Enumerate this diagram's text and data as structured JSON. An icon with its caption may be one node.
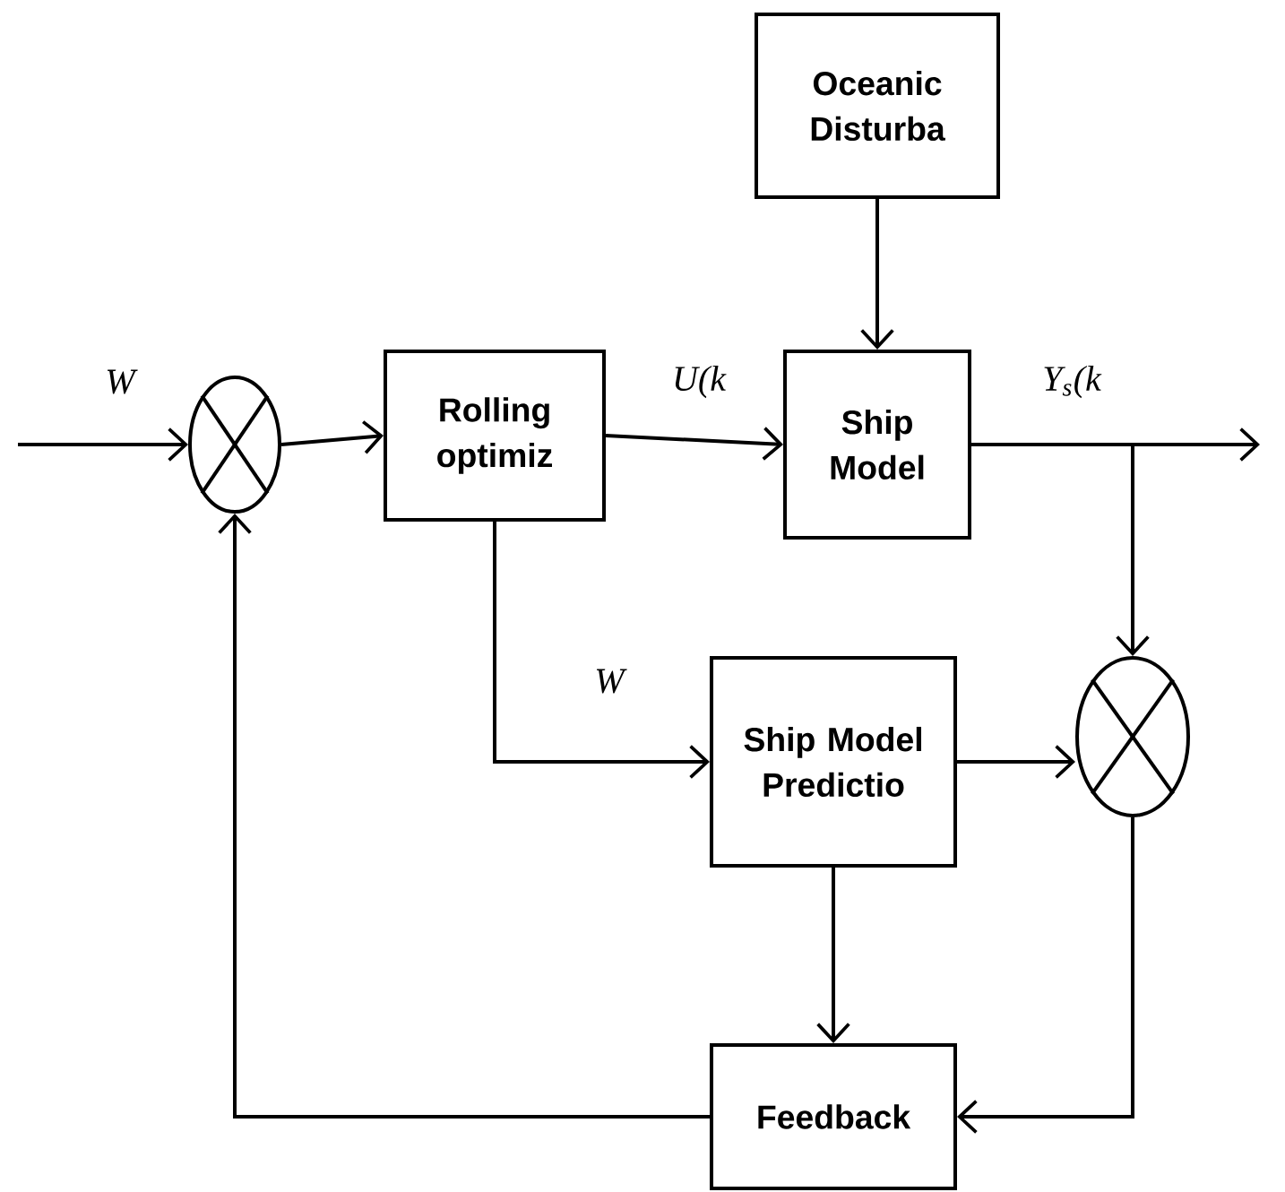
{
  "diagram": {
    "nodes": [
      {
        "text": [
          "Oceanic Disturba"
        ]
      },
      {
        "text": [],
        "shape": "circle"
      },
      {
        "text": [
          "Rolling optimiz"
        ]
      },
      {
        "text": [
          "Ship Model"
        ]
      },
      {
        "text": [
          "Ship Model Predictio"
        ]
      },
      {
        "text": [],
        "shape": "circle"
      },
      {
        "text": [
          "Feedback"
        ]
      }
    ],
    "edges": [
      {
        "from": null,
        "to": 1,
        "arrow": "to",
        "label": "W"
      },
      {
        "from": 1,
        "to": 2,
        "arrow": "to"
      },
      {
        "from": 2,
        "to": 3,
        "arrow": "to",
        "label": "U(k"
      },
      {
        "from": 0,
        "to": 3,
        "arrow": "to"
      },
      {
        "from": 3,
        "to": null,
        "arrow": "to",
        "label": "Y$_{s}$(k"
      },
      {
        "from": 3,
        "to": 5,
        "arrow": "to"
      },
      {
        "from": 2,
        "to": 4,
        "arrow": "to",
        "label": "W"
      },
      {
        "from": 4,
        "to": 5,
        "arrow": "to"
      },
      {
        "from": 4,
        "to": 6,
        "arrow": "to"
      },
      {
        "from": 5,
        "to": 6,
        "arrow": "to"
      },
      {
        "from": 6,
        "to": 1,
        "arrow": "to"
      }
    ]
  }
}
